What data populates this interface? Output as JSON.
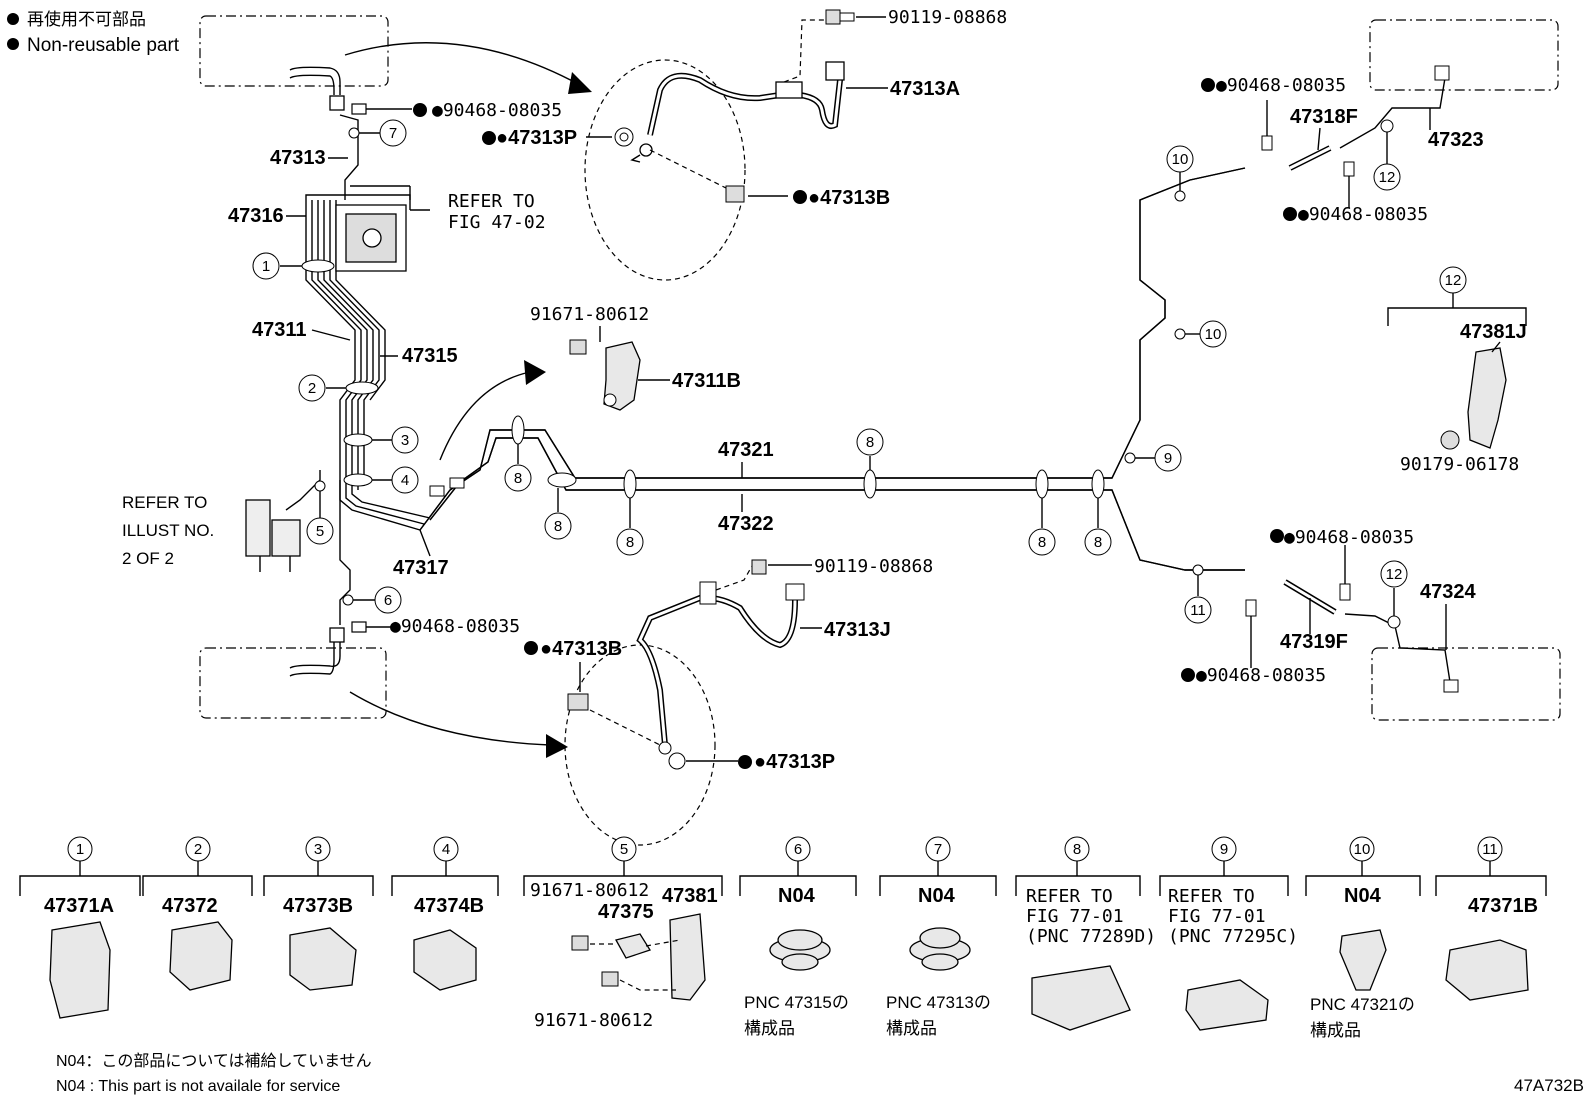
{
  "legend": {
    "jp": "再使用不可部品",
    "en": "Non-reusable part"
  },
  "diagram_code": "47A732B",
  "notes": {
    "jp": "N04：この部品については補給していません",
    "en": "N04 : This part is not availale for service"
  },
  "refer_abs": [
    "REFER TO",
    "FIG 47-02"
  ],
  "refer_illust": [
    "REFER TO",
    "ILLUST NO.",
    "2 OF 2"
  ],
  "labels": {
    "p90119_top": "90119-08868",
    "p47313A": "47313A",
    "p90468_topleft": "●90468-08035",
    "p47313P_top": "●47313P",
    "p47313": "47313",
    "p47316": "47316",
    "p47313B_top": "●47313B",
    "p47311": "47311",
    "p47315": "47315",
    "p91671_mid": "91671-80612",
    "p47311B": "47311B",
    "p47321": "47321",
    "p47322": "47322",
    "p47317": "47317",
    "p90468_bottomleft": "●90468-08035",
    "p90119_bottom": "90119-08868",
    "p47313J": "47313J",
    "p47313B_bottom": "●47313B",
    "p47313P_bottom": "●47313P",
    "p90468_rt1": "●90468-08035",
    "p47318F": "47318F",
    "p47323": "47323",
    "p90468_rt2": "●90468-08035",
    "p47381J": "47381J",
    "p90179": "90179-06178",
    "p90468_rb1": "●90468-08035",
    "p47324": "47324",
    "p47319F": "47319F",
    "p90468_rb2": "●90468-08035"
  },
  "callouts": {
    "c1": "1",
    "c2": "2",
    "c3": "3",
    "c4": "4",
    "c5": "5",
    "c6": "6",
    "c7": "7",
    "c8a": "8",
    "c8b": "8",
    "c8c": "8",
    "c8d": "8",
    "c8e": "8",
    "c8f": "8",
    "c9": "9",
    "c10a": "10",
    "c10b": "10",
    "c11": "11",
    "c12a": "12",
    "c12b": "12",
    "c12c": "12"
  },
  "bottom_row": [
    {
      "num": "1",
      "title": "47371A"
    },
    {
      "num": "2",
      "title": "47372"
    },
    {
      "num": "3",
      "title": "47373B"
    },
    {
      "num": "4",
      "title": "47374B"
    },
    {
      "num": "5",
      "title": "47381",
      "sub1": "91671-80612",
      "sub2": "47375",
      "sub3": "91671-80612"
    },
    {
      "num": "6",
      "title": "N04",
      "caption1": "PNC 47315の",
      "caption2": "構成品"
    },
    {
      "num": "7",
      "title": "N04",
      "caption1": "PNC 47313の",
      "caption2": "構成品"
    },
    {
      "num": "8",
      "title1": "REFER TO",
      "title2": "FIG 77-01",
      "title3": "(PNC 77289D)"
    },
    {
      "num": "9",
      "title1": "REFER TO",
      "title2": "FIG 77-01",
      "title3": "(PNC 77295C)"
    },
    {
      "num": "10",
      "title": "N04",
      "caption1": "PNC 47321の",
      "caption2": "構成品"
    },
    {
      "num": "11",
      "title": "47371B"
    }
  ]
}
